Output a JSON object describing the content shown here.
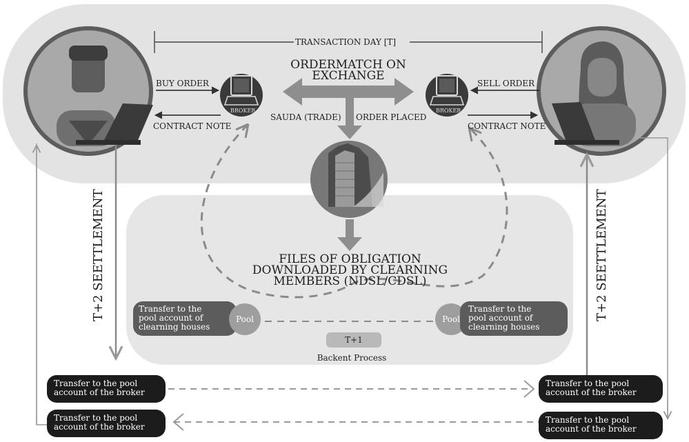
{
  "transaction_day": "TRANSACTION DAY [T]",
  "ordermatch": {
    "line1": "ORDERMATCH ON",
    "line2": "EXCHANGE"
  },
  "buyer": {
    "buy_order": "BUY ORDER",
    "contract_note": "CONTRACT NOTE"
  },
  "seller": {
    "sell_order": "SELL ORDER",
    "contract_note": "CONTRACT NOTE"
  },
  "broker_label": "BROKER",
  "sauda": "SAUDA (TRADE)",
  "order_placed": "ORDER PLACED",
  "files": {
    "line1": "FILES OF OBLIGATION",
    "line2": "DOWNLOADED BY CLEARNING",
    "line3": "MEMBERS (NDSL/CDSL)"
  },
  "transfer_clearing": {
    "line1": "Transfer to the",
    "line2": "pool account of",
    "line3": "clearning houses"
  },
  "pool": "Pool",
  "t1": "T+1",
  "backend": "Backent Process",
  "settlement": "T+2 SEETTLEMENT",
  "transfer_broker": {
    "line1": "Transfer to the pool",
    "line2": "account of the broker"
  }
}
